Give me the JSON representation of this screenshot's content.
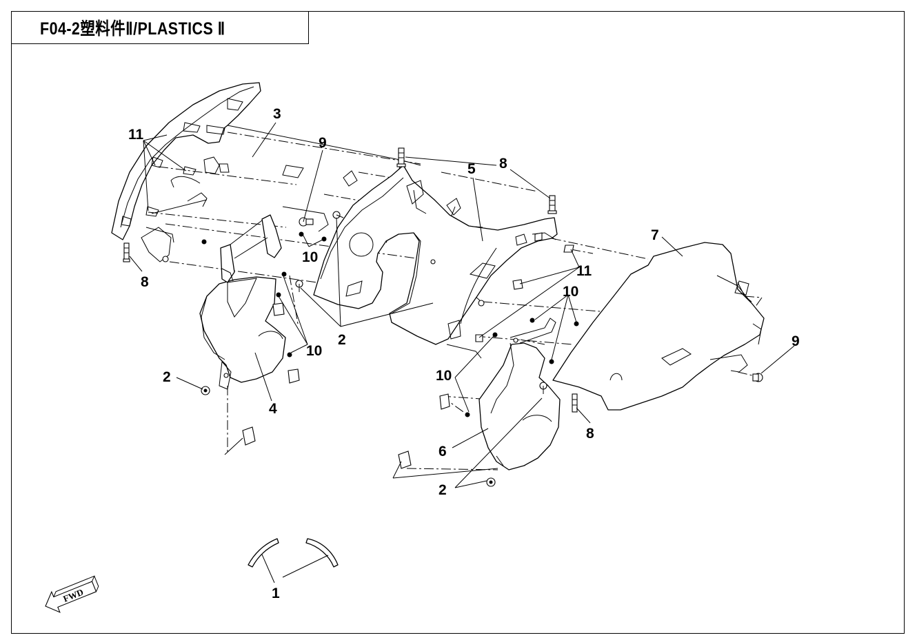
{
  "title": "F04-2塑料件Ⅱ/PLASTICS Ⅱ",
  "direction_label": "FWD",
  "callouts": {
    "n1": "1",
    "n2a": "2",
    "n2b": "2",
    "n2c": "2",
    "n3": "3",
    "n4": "4",
    "n5": "5",
    "n6": "6",
    "n7": "7",
    "n8a": "8",
    "n8b": "8",
    "n8c": "8",
    "n9a": "9",
    "n9b": "9",
    "n10a": "10",
    "n10b": "10",
    "n10c": "10",
    "n10d": "10",
    "n11a": "11",
    "n11b": "11"
  }
}
